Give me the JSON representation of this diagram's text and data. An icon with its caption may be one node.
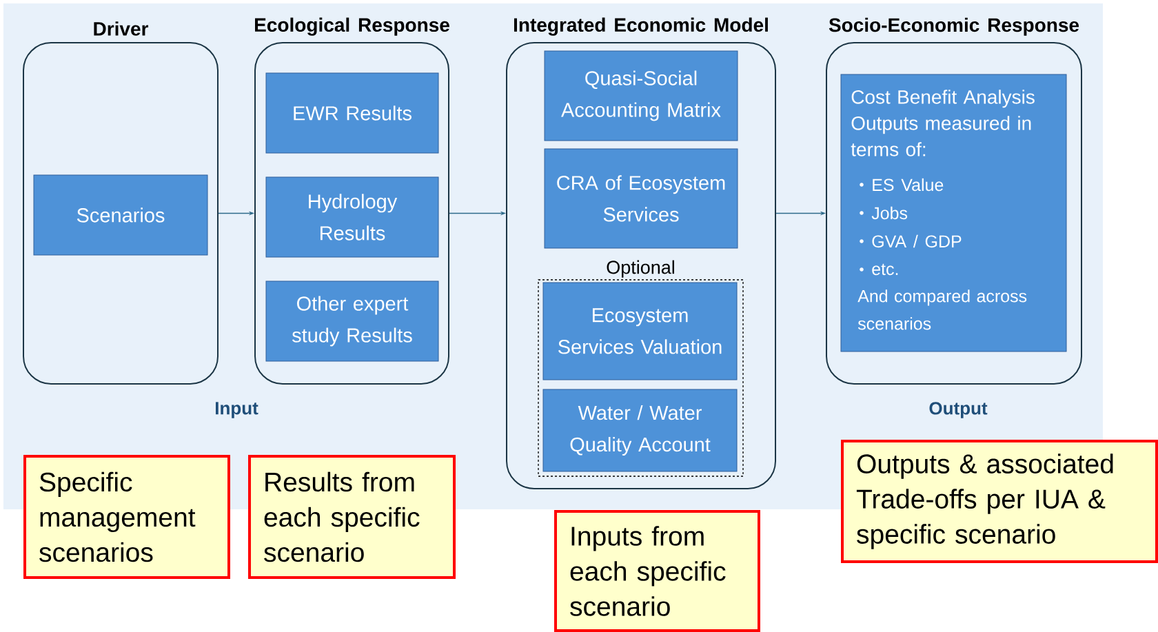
{
  "diagram": {
    "nodes": [
      {
        "text": [
          "Driver"
        ]
      },
      {
        "text": [
          "Scenarios"
        ],
        "in": 0
      },
      {
        "text": [
          "Ecological Response"
        ]
      },
      {
        "text": [
          "EWR Results"
        ],
        "in": 2
      },
      {
        "text": [
          "Hydrology Results"
        ],
        "in": 2
      },
      {
        "text": [
          "Other expert study Results"
        ],
        "in": 2
      },
      {
        "text": [
          "Integrated Economic Model"
        ]
      },
      {
        "text": [
          "Quasi-Social Accounting Matrix"
        ],
        "in": 6
      },
      {
        "text": [
          "CRA of Ecosystem Services"
        ],
        "in": 6
      },
      {
        "text": [
          "Optional"
        ],
        "in": 6
      },
      {
        "text": [
          "Ecosystem Services Valuation"
        ],
        "in": 9
      },
      {
        "text": [
          "Water / Water Quality Account"
        ],
        "in": 9
      },
      {
        "text": [
          "Socio-Economic Response"
        ]
      },
      {
        "text": [
          "Cost Benefit Analysis Outputs measured in terms of:",
          "ES Value",
          "Jobs",
          "GVA / GDP",
          "etc.",
          "And compared across scenarios"
        ],
        "in": 12
      },
      {
        "text": [
          "Specific management scenarios"
        ]
      },
      {
        "text": [
          "Results from each specific scenario"
        ]
      },
      {
        "text": [
          "Inputs from each specific scenario"
        ]
      },
      {
        "text": [
          "Outputs & associated Trade-offs per IUA & specific scenario"
        ]
      }
    ],
    "edges": [
      {
        "from": 0,
        "to": 2,
        "arrow": "to"
      },
      {
        "from": 2,
        "to": 6,
        "arrow": "to"
      },
      {
        "from": 6,
        "to": 12,
        "arrow": "to"
      }
    ],
    "labels": [
      "Input",
      "Output"
    ]
  }
}
